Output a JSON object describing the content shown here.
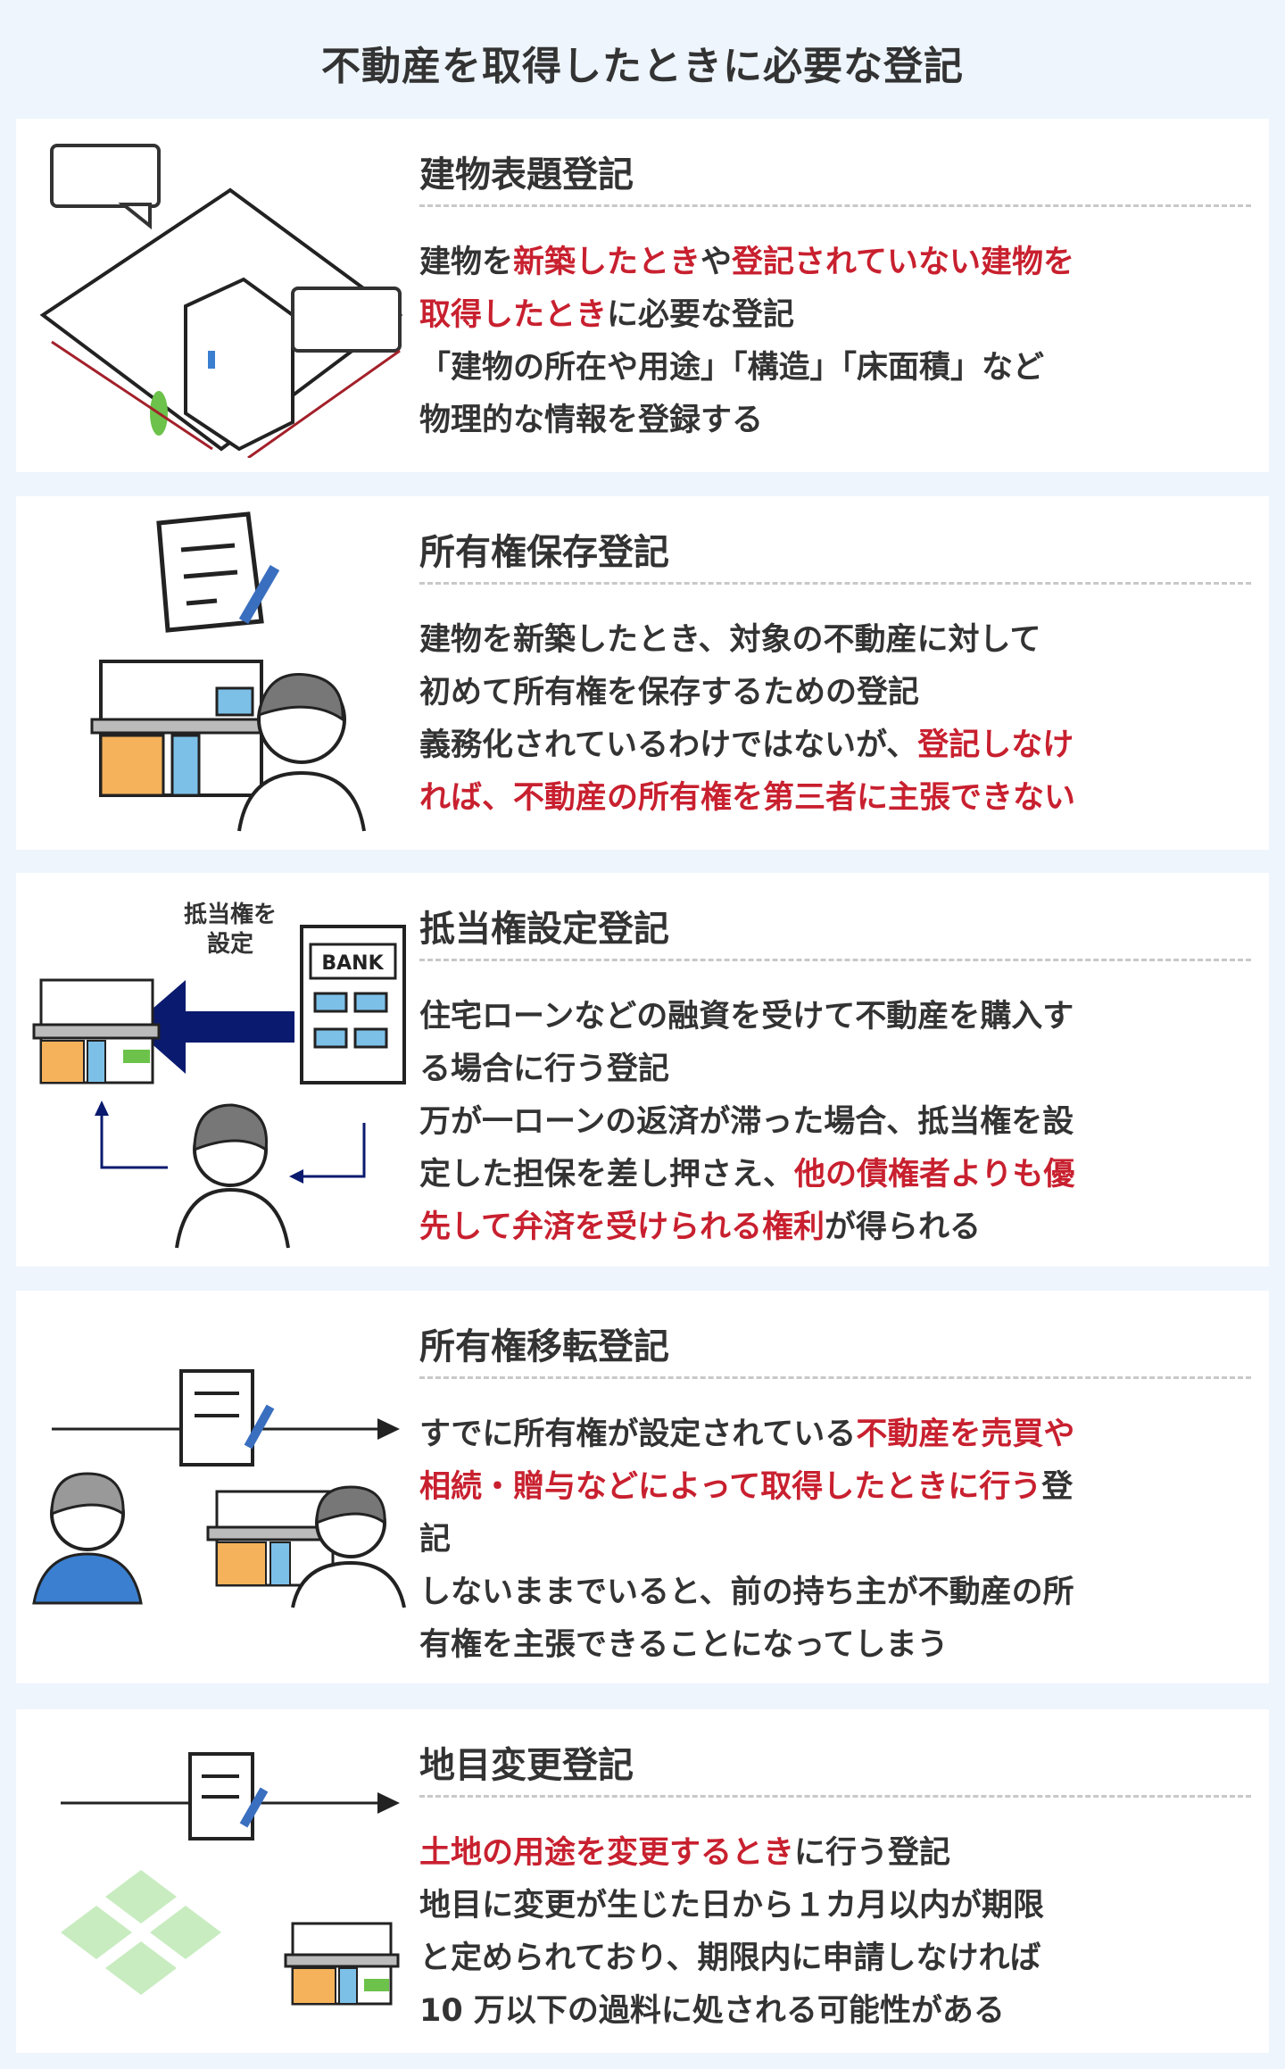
{
  "title": "不動産を取得したときに必要な登記",
  "colors": {
    "highlight": "#c8202f",
    "text": "#333333",
    "background": "#eef5fd",
    "arrow": "#0a1a6e"
  },
  "cards": [
    {
      "id": "building-title",
      "heading": "建物表題登記",
      "lines": [
        [
          {
            "t": "建物を",
            "hl": false
          },
          {
            "t": "新築したとき",
            "hl": true
          },
          {
            "t": "や",
            "hl": false
          },
          {
            "t": "登記されていない建物を",
            "hl": true
          }
        ],
        [
          {
            "t": "取得したとき",
            "hl": true
          },
          {
            "t": "に必要な登記",
            "hl": false
          }
        ],
        [
          {
            "t": "「建物の所在や用途」「構造」「床面積」など",
            "hl": false
          }
        ],
        [
          {
            "t": "物理的な情報を登録する",
            "hl": false
          }
        ]
      ]
    },
    {
      "id": "ownership-preservation",
      "heading": "所有権保存登記",
      "lines": [
        [
          {
            "t": "建物を新築したとき、対象の不動産に対して",
            "hl": false
          }
        ],
        [
          {
            "t": "初めて所有権を保存するための登記",
            "hl": false
          }
        ],
        [
          {
            "t": "義務化されているわけではないが、",
            "hl": false
          },
          {
            "t": "登記しなけ",
            "hl": true
          }
        ],
        [
          {
            "t": "れば、不動産の所有権を第三者に主張できない",
            "hl": true
          }
        ]
      ]
    },
    {
      "id": "mortgage-setting",
      "heading": "抵当権設定登記",
      "illus_label_1": "抵当権を",
      "illus_label_2": "設定",
      "bank_label": "BANK",
      "lines": [
        [
          {
            "t": "住宅ローンなどの融資を受けて不動産を購入す",
            "hl": false
          }
        ],
        [
          {
            "t": "る場合に行う登記",
            "hl": false
          }
        ],
        [
          {
            "t": "万が一ローンの返済が滞った場合、抵当権を設",
            "hl": false
          }
        ],
        [
          {
            "t": "定した担保を差し押さえ、",
            "hl": false
          },
          {
            "t": "他の債権者よりも優",
            "hl": true
          }
        ],
        [
          {
            "t": "先して弁済を受けられる権利",
            "hl": true
          },
          {
            "t": "が得られる",
            "hl": false
          }
        ]
      ]
    },
    {
      "id": "ownership-transfer",
      "heading": "所有権移転登記",
      "lines": [
        [
          {
            "t": "すでに所有権が設定されている",
            "hl": false
          },
          {
            "t": "不動産を売買や",
            "hl": true
          }
        ],
        [
          {
            "t": "相続・贈与などによって取得したときに行う",
            "hl": true
          },
          {
            "t": "登",
            "hl": false
          }
        ],
        [
          {
            "t": "記",
            "hl": false
          }
        ],
        [
          {
            "t": "しないままでいると、前の持ち主が不動産の所",
            "hl": false
          }
        ],
        [
          {
            "t": "有権を主張できることになってしまう",
            "hl": false
          }
        ]
      ]
    },
    {
      "id": "land-category-change",
      "heading": "地目変更登記",
      "lines": [
        [
          {
            "t": "土地の用途を変更するとき",
            "hl": true
          },
          {
            "t": "に行う登記",
            "hl": false
          }
        ],
        [
          {
            "t": "地目に変更が生じた日から１カ月以内が期限",
            "hl": false
          }
        ],
        [
          {
            "t": "と定められており、期限内に申請しなければ",
            "hl": false
          }
        ],
        [
          {
            "t": "10 万以下の過料に処される可能性がある",
            "hl": false
          }
        ]
      ]
    }
  ]
}
